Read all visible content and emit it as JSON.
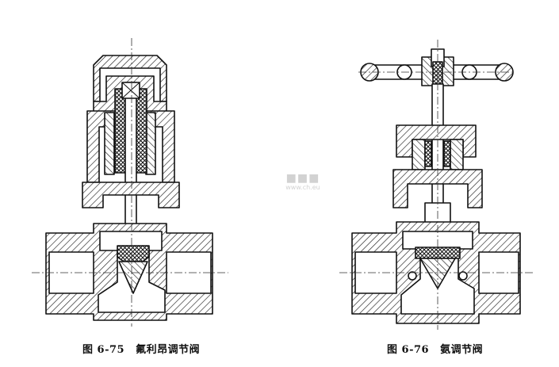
{
  "figures": [
    {
      "id": "fig-6-75",
      "number": "图 6-75",
      "title": "氟利昂调节阀"
    },
    {
      "id": "fig-6-76",
      "number": "图 6-76",
      "title": "氨调节阀"
    }
  ],
  "watermark": {
    "logo": "■■■",
    "url": "www.ch.eu"
  },
  "colors": {
    "ink": "#111111",
    "hatch": "#222222",
    "background": "#ffffff",
    "watermark": "#d2d2d2"
  }
}
